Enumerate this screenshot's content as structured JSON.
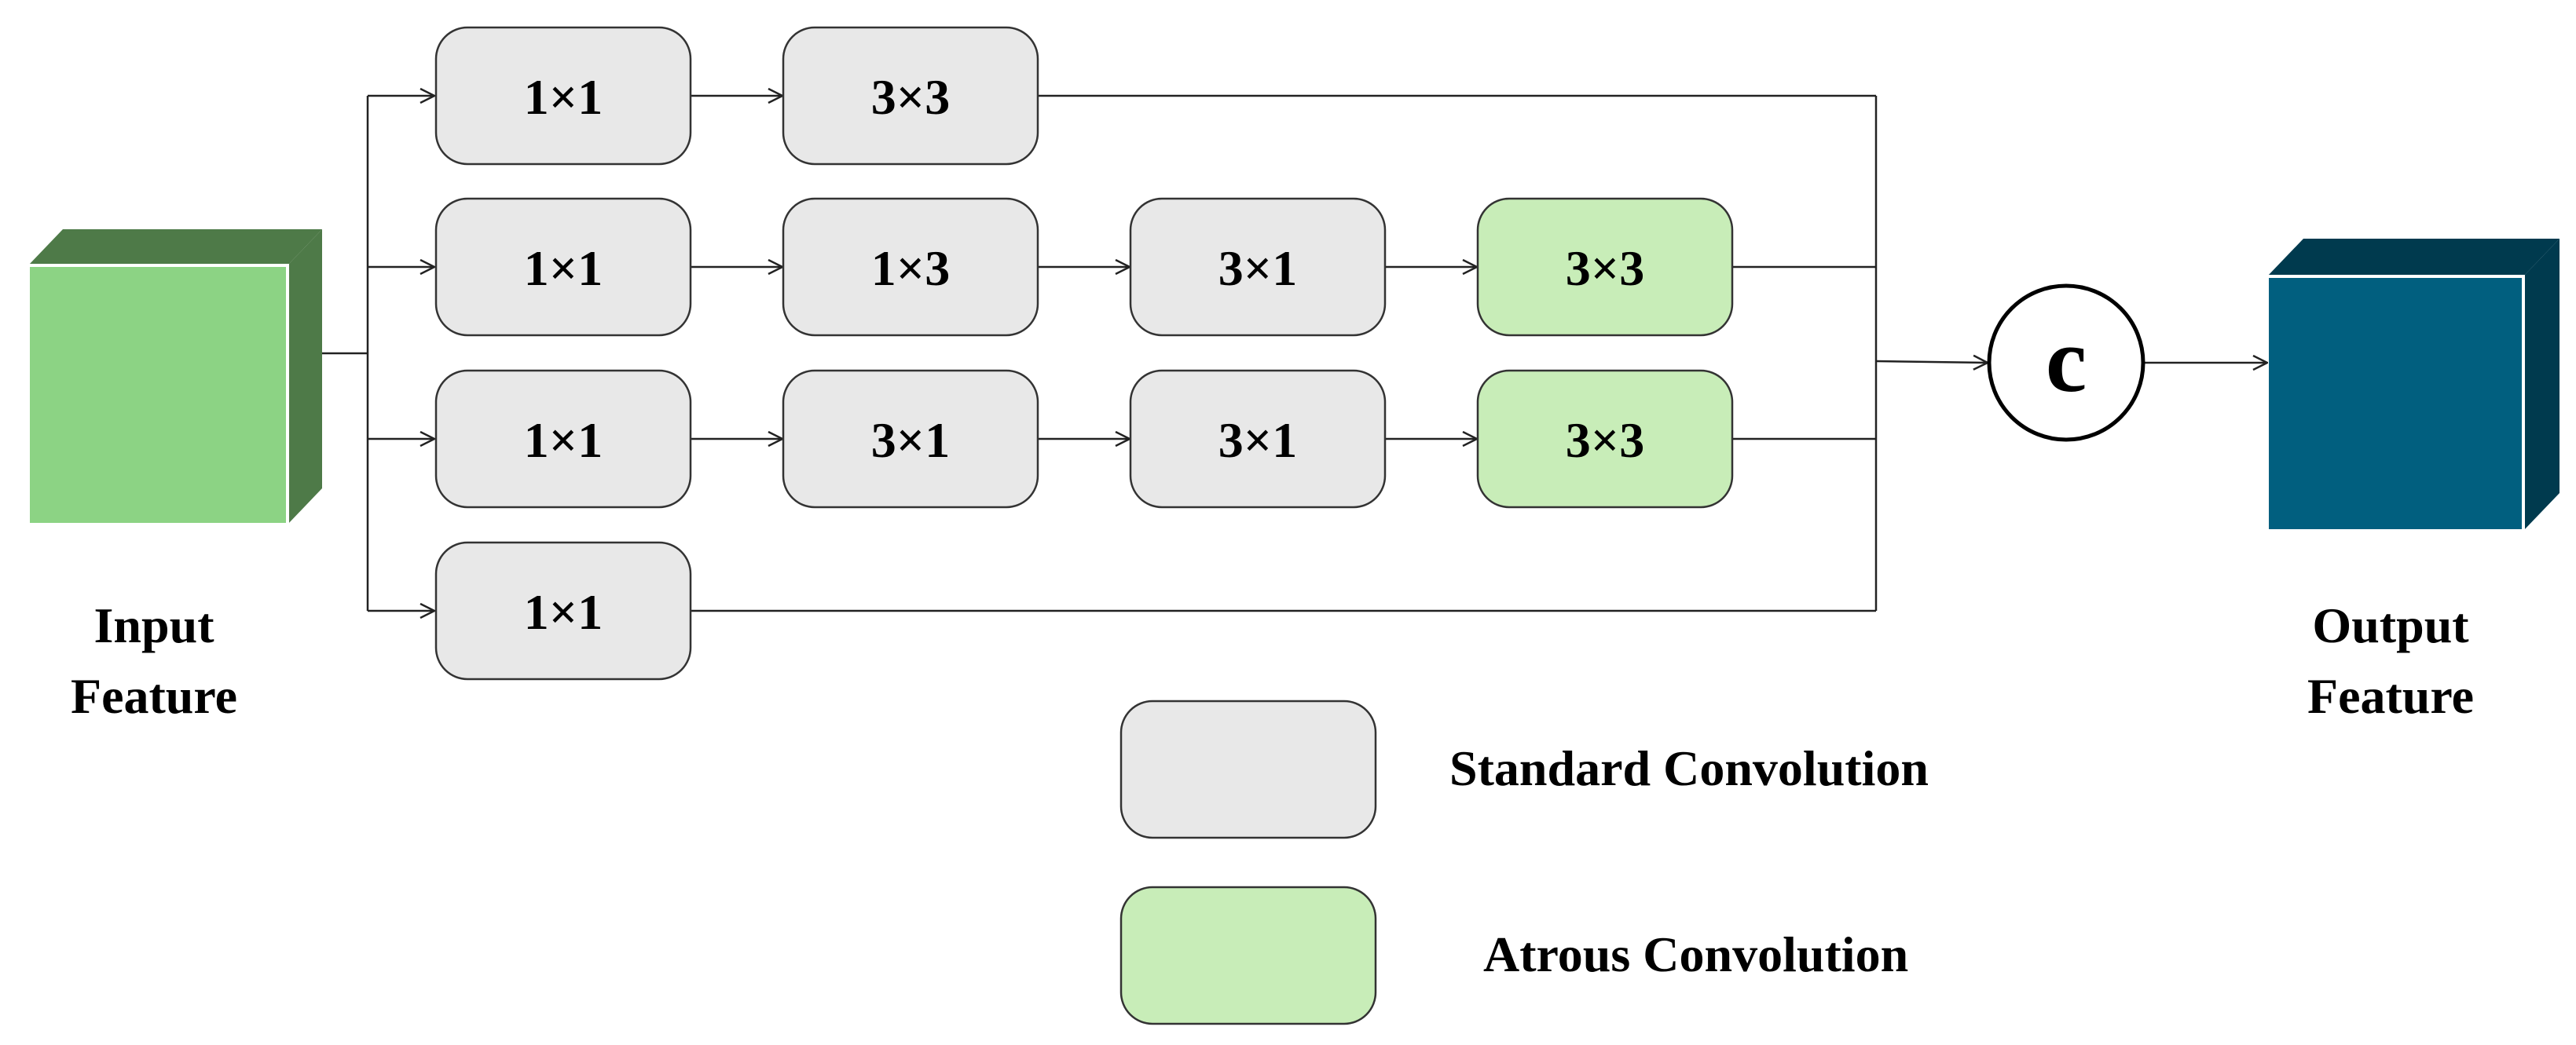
{
  "input": {
    "label_line1": "Input",
    "label_line2": "Feature",
    "front_color": "#8CD384",
    "side_color": "#4E7A48",
    "top_color": "#4E7A48"
  },
  "output": {
    "label_line1": "Output",
    "label_line2": "Feature",
    "front_color": "#015F7F",
    "side_color": "#003A4E",
    "top_color": "#003A4E"
  },
  "branches": [
    {
      "blocks": [
        {
          "label": "1×1",
          "kind": "standard"
        },
        {
          "label": "3×3",
          "kind": "standard"
        }
      ]
    },
    {
      "blocks": [
        {
          "label": "1×1",
          "kind": "standard"
        },
        {
          "label": "1×3",
          "kind": "standard"
        },
        {
          "label": "3×1",
          "kind": "standard"
        },
        {
          "label": "3×3",
          "kind": "atrous"
        }
      ]
    },
    {
      "blocks": [
        {
          "label": "1×1",
          "kind": "standard"
        },
        {
          "label": "3×1",
          "kind": "standard"
        },
        {
          "label": "3×1",
          "kind": "standard"
        },
        {
          "label": "3×3",
          "kind": "atrous"
        }
      ]
    },
    {
      "blocks": [
        {
          "label": "1×1",
          "kind": "standard"
        }
      ]
    }
  ],
  "concat": {
    "label": "c"
  },
  "legend": {
    "standard_label": "Standard Convolution",
    "atrous_label": "Atrous Convolution"
  },
  "colors": {
    "standard_fill": "#E8E8E8",
    "atrous_fill": "#C8EDB8",
    "stroke": "#333333"
  }
}
